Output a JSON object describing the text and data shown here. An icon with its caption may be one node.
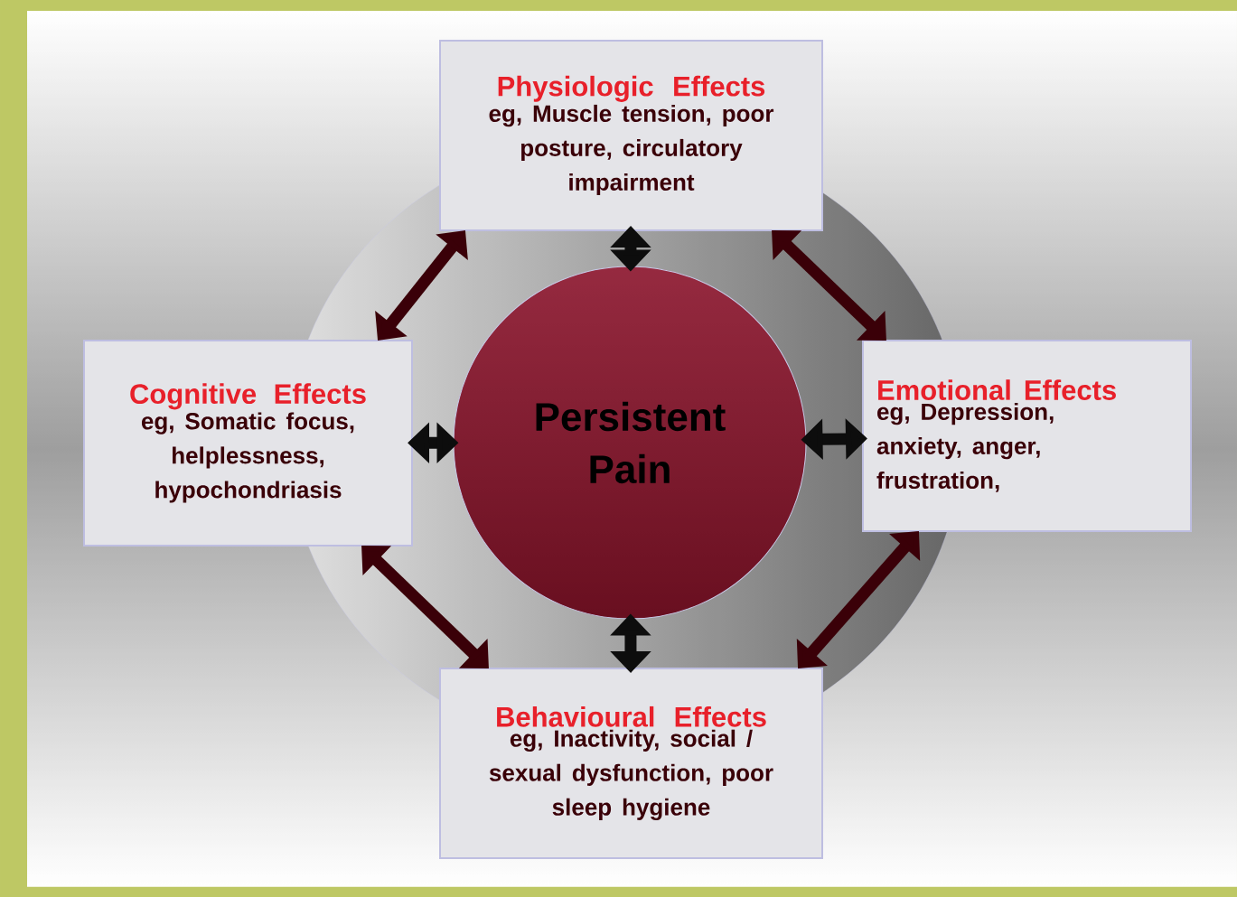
{
  "diagram": {
    "nodes": [
      {
        "text": [
          "Physiologic Effects",
          "eg, Muscle tension, poor posture, circulatory impairment"
        ]
      },
      {
        "text": [
          "Cognitive Effects",
          "eg, Somatic focus, helplessness, hypochondriasis"
        ]
      },
      {
        "text": [
          "Persistent Pain"
        ]
      },
      {
        "text": [
          "Emotional Effects",
          "eg, Depression, anxiety, anger, frustration,"
        ]
      },
      {
        "text": [
          "Behavioural Effects",
          "eg, Inactivity, social / sexual dysfunction, poor sleep hygiene"
        ]
      }
    ],
    "edges": [
      {
        "from": 2,
        "to": 0,
        "arrow": "both",
        "color": "#0d0d0d"
      },
      {
        "from": 2,
        "to": 1,
        "arrow": "both",
        "color": "#0d0d0d"
      },
      {
        "from": 2,
        "to": 3,
        "arrow": "both",
        "color": "#0d0d0d"
      },
      {
        "from": 2,
        "to": 4,
        "arrow": "both",
        "color": "#0d0d0d"
      },
      {
        "from": 0,
        "to": 1,
        "arrow": "both",
        "color": "#3a0008"
      },
      {
        "from": 0,
        "to": 3,
        "arrow": "both",
        "color": "#3a0008"
      },
      {
        "from": 1,
        "to": 4,
        "arrow": "both",
        "color": "#3a0008"
      },
      {
        "from": 3,
        "to": 4,
        "arrow": "both",
        "color": "#3a0008"
      }
    ]
  }
}
